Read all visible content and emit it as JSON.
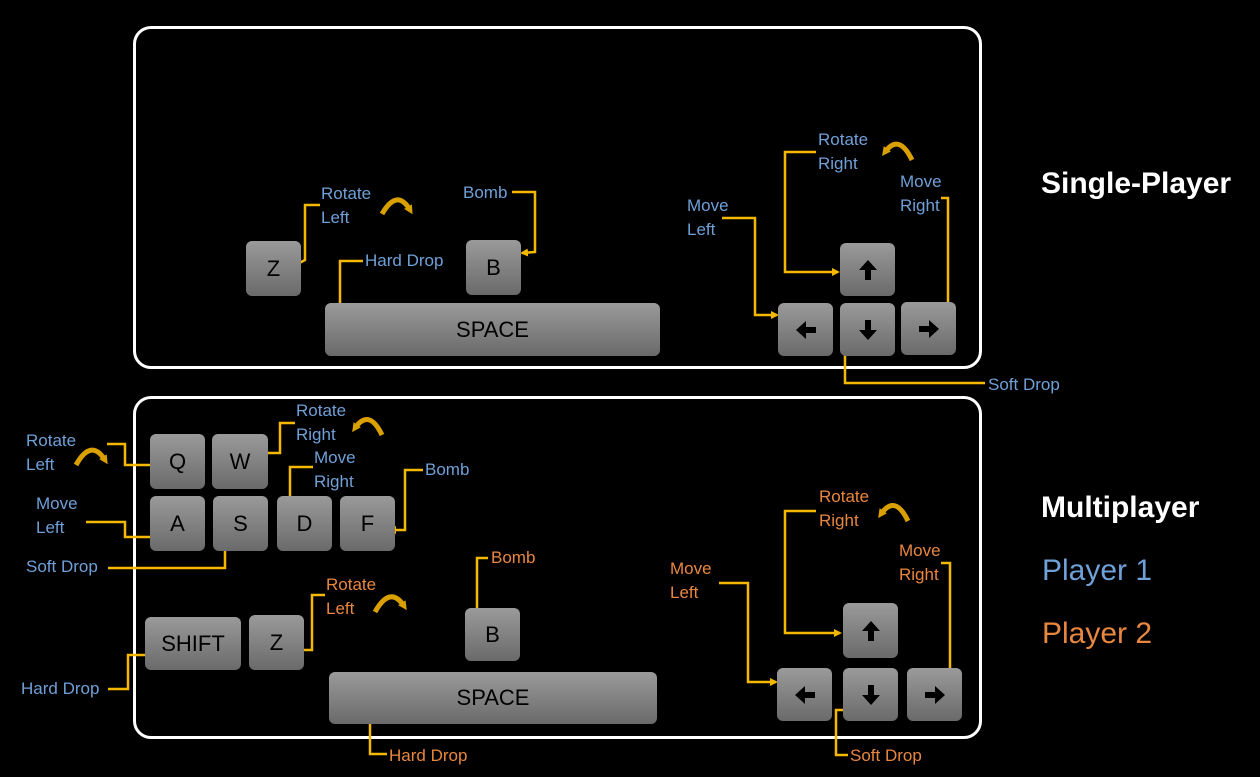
{
  "titles": {
    "single": "Single-Player",
    "multi": "Multiplayer"
  },
  "legend": {
    "player1": "Player 1",
    "player2": "Player 2"
  },
  "colors": {
    "player1": "#6fa0d8",
    "player2": "#e8873f",
    "arrow": "#f5b800",
    "panel_border": "#ffffff"
  },
  "keys": {
    "z": "Z",
    "b": "B",
    "space": "SPACE",
    "q": "Q",
    "w": "W",
    "a": "A",
    "s": "S",
    "d": "D",
    "f": "F",
    "shift": "SHIFT",
    "up_icon": "arrow-up-icon",
    "down_icon": "arrow-down-icon",
    "left_icon": "arrow-left-icon",
    "right_icon": "arrow-right-icon"
  },
  "single": {
    "rotate_left": "Rotate\nLeft",
    "bomb": "Bomb",
    "hard_drop": "Hard Drop",
    "rotate_right": "Rotate\nRight",
    "move_left": "Move\nLeft",
    "move_right": "Move\nRight",
    "soft_drop": "Soft Drop"
  },
  "p1": {
    "rotate_left": "Rotate\nLeft",
    "rotate_right": "Rotate\nRight",
    "move_left": "Move\nLeft",
    "move_right": "Move\nRight",
    "bomb": "Bomb",
    "soft_drop": "Soft Drop",
    "hard_drop": "Hard Drop"
  },
  "p2": {
    "rotate_left": "Rotate\nLeft",
    "bomb": "Bomb",
    "hard_drop": "Hard Drop",
    "rotate_right": "Rotate\nRight",
    "move_left": "Move\nLeft",
    "move_right": "Move\nRight",
    "soft_drop": "Soft Drop"
  }
}
